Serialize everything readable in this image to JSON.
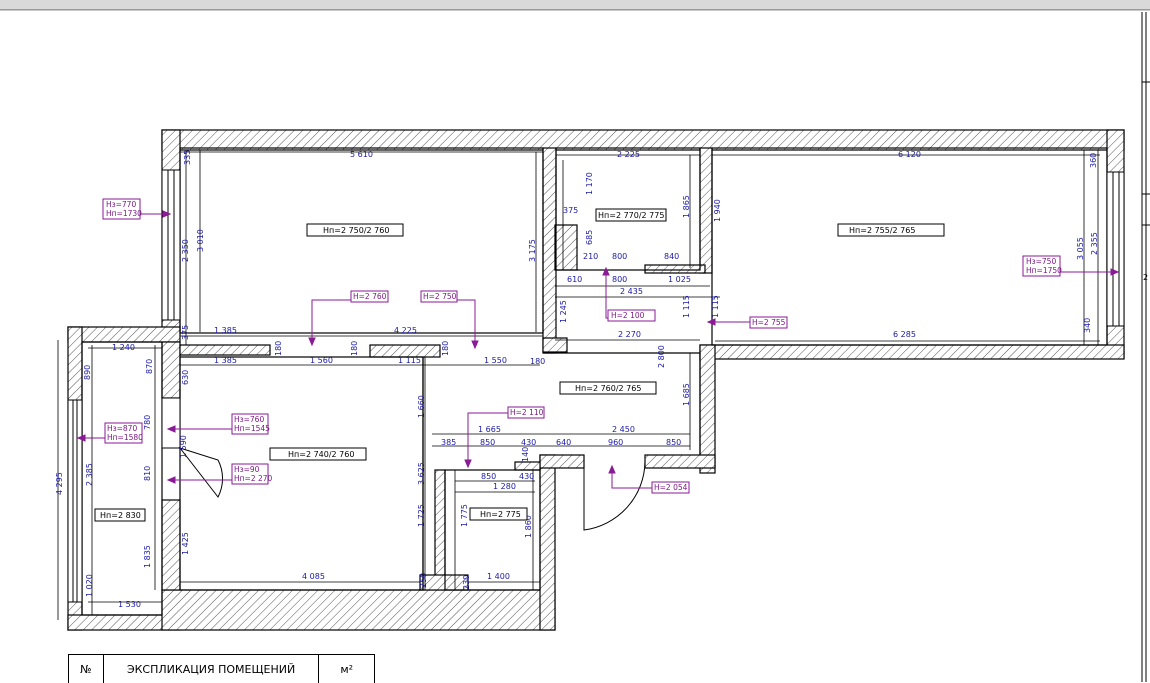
{
  "edge_label": "2",
  "rooms": {
    "r1": "Hп=2 750/2 760",
    "r2": "Hп=2 770/2 775",
    "r3": "Hп=2 755/2 765",
    "hall": "Hп=2 760/2 765",
    "r5": "Hп=2 740/2 760",
    "balcony": "Hп=2 830",
    "bath": "Hп=2 775"
  },
  "marks": {
    "w1a": "Hз=770",
    "w1b": "Hп=1730",
    "w2a": "Hз=750",
    "w2b": "Hп=1750",
    "w3a": "Hз=870",
    "w3b": "Hп=1580",
    "w4a": "Hз=760",
    "w4b": "Hп=1545",
    "w5a": "Hз=90",
    "w5b": "Hп=2 270",
    "h1": "H=2 760",
    "h2": "H=2 750",
    "h3": "H=2 100",
    "h4": "H=2 755",
    "h5": "H=2 110",
    "h6": "H=2 054"
  },
  "dims": {
    "d5610": "5 610",
    "d2225": "2 225",
    "d6120": "6 120",
    "d335": "335",
    "d2350": "2 350",
    "d3010": "3 010",
    "d3175": "3 175",
    "d1170": "1 170",
    "d375": "375",
    "d685": "685",
    "d1865": "1 865",
    "d1940": "1 940",
    "d360": "360",
    "d3055": "3 055",
    "d2355": "2 355",
    "d340": "340",
    "d210": "210",
    "d800a": "800",
    "d840": "840",
    "d610": "610",
    "d800b": "800",
    "d1025": "1 025",
    "d2435": "2 435",
    "d1245": "1 245",
    "d1115a": "1 115",
    "d1115b": "1 115",
    "d2270": "2 270",
    "d6285": "6 285",
    "d375b": "375",
    "d1385a": "1 385",
    "d4225": "4 225",
    "d1240": "1 240",
    "d180a": "180",
    "d180b": "180",
    "d180c": "180",
    "d180d": "180",
    "d1385b": "1 385",
    "d1560": "1 560",
    "d1115c": "1 115",
    "d1550": "1 550",
    "d890": "890",
    "d870": "870",
    "d630": "630",
    "d2800": "2 800",
    "d1685": "1 685",
    "d1660": "1 660",
    "d1665": "1 665",
    "d2450": "2 450",
    "d385": "385",
    "d850a": "850",
    "d430a": "430",
    "d640": "640",
    "d960": "960",
    "d850b": "850",
    "d780": "780",
    "d1590": "1 590",
    "d4295": "4 295",
    "d2385": "2 385",
    "d810": "810",
    "d140": "140",
    "d850c": "850",
    "d430b": "430",
    "d1280": "1 280",
    "d3625": "3 625",
    "d1725": "1 725",
    "d1775": "1 775",
    "d1860": "1 860",
    "d1835": "1 835",
    "d1425": "1 425",
    "d1020": "1 020",
    "d4085": "4 085",
    "d1400": "1 400",
    "d250a": "250",
    "d230b": "230",
    "d1530": "1 530"
  },
  "legend": {
    "num": "№",
    "title": "ЭКСПЛИКАЦИЯ ПОМЕЩЕНИЙ",
    "unit": "м²"
  },
  "colors": {
    "wall_hatch": "#555555",
    "dimension": "#1a1aa6",
    "marker": "#8a1a96",
    "line": "#000000"
  }
}
